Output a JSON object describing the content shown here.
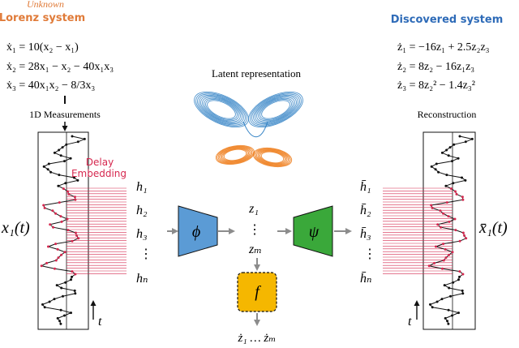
{
  "lorenz": {
    "unknown_label": "Unknown",
    "title": "Lorenz system",
    "equations": [
      "ẋ₁ = 10(x₂ − x₁)",
      "ẋ₂ = 28x₁ − x₂ − 40x₁x₃",
      "ẋ₃ = 40x₁x₂ − 8/3x₃"
    ]
  },
  "discovered": {
    "title": "Discovered system",
    "equations": [
      "ż₁ = −16z₁ + 2.5z₂z₃",
      "ż₂ = 8z₂ − 16z₁z₃",
      "ż₃ = 8z₂² − 1.4z₃²"
    ]
  },
  "labels": {
    "measurements": "1D Measurements",
    "delay": "Delay",
    "embedding": "Embedding",
    "latent_representation": "Latent representation",
    "reconstruction": "Reconstruction",
    "signal": "x₁(t)",
    "signal_reconstructed": "x̄₁(t)",
    "time_left": "t",
    "time_right": "t"
  },
  "embedding_states": [
    "h₁",
    "h₂",
    "h₃",
    "⋮",
    "hₙ"
  ],
  "reconstructed_states": [
    "h̄₁",
    "h̄₂",
    "h̄₃",
    "⋮",
    "h̄ₙ"
  ],
  "latent_states": [
    "z₁",
    "⋮",
    "zₘ"
  ],
  "encoder": {
    "symbol": "ϕ",
    "color": "#5b9bd5"
  },
  "decoder": {
    "symbol": "ψ",
    "color": "#3aa83a"
  },
  "dynamics": {
    "symbol": "f",
    "color": "#f5b700",
    "output": "ż₁ … żₘ"
  },
  "colors": {
    "lorenz_accent": "#e07b39",
    "discovered_accent": "#2e6bb8",
    "delay_accent": "#d6284f",
    "attractor_blue": "#2f80c4",
    "attractor_orange": "#ef7d1a",
    "arrow_gray": "#8c8c8c"
  }
}
